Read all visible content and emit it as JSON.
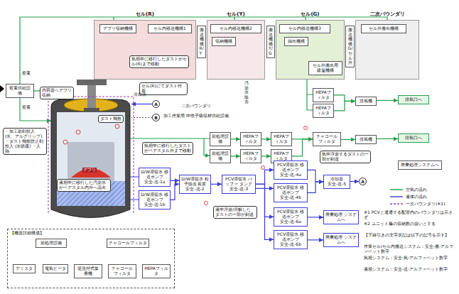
{
  "diagram": {
    "nodes": [
      {
        "text": [
          "セル(R)"
        ]
      },
      {
        "text": [
          "セル(Y)"
        ]
      },
      {
        "text": [
          "セル(G)"
        ]
      },
      {
        "text": [
          "二次バウンダリ"
        ]
      },
      {
        "text": [
          "デブリ収納機構"
        ],
        "in": 0
      },
      {
        "text": [
          "セル内移送機構1"
        ],
        "in": 0
      },
      {
        "text": [
          "セル内移送機構2"
        ],
        "in": 1
      },
      {
        "text": [
          "収納機構"
        ],
        "in": 1
      },
      {
        "text": [
          "セル内移送機構3"
        ],
        "in": 2
      },
      {
        "text": [
          "抽出機構"
        ],
        "in": 2
      },
      {
        "text": [
          "セル外搬出用 建屋機構"
        ],
        "in": 2
      },
      {
        "text": [
          "セル外搬出機構"
        ],
        "in": 3
      },
      {
        "text": [
          "搬送機構R/Y"
        ]
      },
      {
        "text": [
          "搬送機構Y/G"
        ]
      },
      {
        "text": [
          "搬送機構G/セル外"
        ]
      },
      {
        "text": [
          "気相中に移行したダストがセル(R)まで移動"
        ]
      },
      {
        "text": [
          "セル(R)にてダスト付着"
        ]
      },
      {
        "text": [
          "窒素供給設備"
        ]
      },
      {
        "text": [
          "内容器へデブリ収納"
        ]
      },
      {
        "text": [
          "A"
        ]
      },
      {
        "text": [
          "B"
        ]
      },
      {
        "text": [
          "ダスト飛散"
        ]
      },
      {
        "text": [
          "・加工助剤投入 (水、アルグリップ) ・ダスト飛散防止剤投入 (水噴霧) ・入熱"
        ]
      },
      {
        "text": [
          "気相中に移行したダストがペデスタル外まで移動"
        ]
      },
      {
        "text": [
          "液相中に移行した汚染水がペデスタル内外へ流出"
        ]
      },
      {
        "text": [
          "前処理設備"
        ]
      },
      {
        "text": [
          "HEPAフィルタ"
        ]
      },
      {
        "text": [
          "HEPAフィルタ"
        ]
      },
      {
        "text": [
          "チャコールフィルタ"
        ]
      },
      {
        "text": [
          "排風機"
        ]
      },
      {
        "text": [
          "排気口へ"
        ]
      },
      {
        "text": [
          "前処理設備"
        ]
      },
      {
        "text": [
          "HEPAフィルタ"
        ]
      },
      {
        "text": [
          "HEPAフィルタ"
        ]
      },
      {
        "text": [
          "HEPAフィルタ"
        ]
      },
      {
        "text": [
          "HEPAフィルタ"
        ]
      },
      {
        "text": [
          "排風機"
        ]
      },
      {
        "text": [
          "排気口へ"
        ]
      },
      {
        "text": [
          "廃棄処理システムへ"
        ]
      },
      {
        "text": [
          "D/W滞留水 移送ポンプ",
          "安全-送-1a"
        ]
      },
      {
        "text": [
          "D/W滞留水 移送ポンプ",
          "安全-送-1b"
        ]
      },
      {
        "text": [
          "D/W滞留水 粒子除去 装置",
          "安全-送-2"
        ]
      },
      {
        "text": [
          "PCV滞留水 バッファ タンク",
          "安全-送-3"
        ]
      },
      {
        "text": [
          "PCV滞留水 移送ポンプ",
          "安全-送-4a"
        ]
      },
      {
        "text": [
          "PCV滞留水 移送ポンプ",
          "安全-送-4b"
        ]
      },
      {
        "text": [
          "冷却器",
          "安全-送-5"
        ]
      },
      {
        "text": [
          "A"
        ]
      },
      {
        "text": [
          "PCV滞留水 移送ポンプ",
          "安全-送-6a"
        ]
      },
      {
        "text": [
          "PCV滞留水 移送ポンプ",
          "安全-送-6b"
        ]
      },
      {
        "text": [
          "廃棄処理 システムへ"
        ]
      },
      {
        "text": [
          "廃棄処理 システムへ"
        ]
      },
      {
        "text": [
          "液中浮遊/溶解したダストの一部が到達"
        ]
      },
      {
        "text": [
          "気中浮遊するダストの一部が到達"
        ]
      },
      {
        "text": [
          "【機器詳細構成】"
        ]
      },
      {
        "text": [
          "前処理設備"
        ],
        "in": 53
      },
      {
        "text": [
          "チャコールフィルタ"
        ],
        "in": 53
      },
      {
        "text": [
          "デミスタ"
        ],
        "in": 53
      },
      {
        "text": [
          "電気ヒータ"
        ],
        "in": 53
      },
      {
        "text": [
          "逆洗付式集塵機"
        ],
        "in": 53
      },
      {
        "text": [
          "チャコールフィルタ"
        ],
        "in": 53
      },
      {
        "text": [
          "HEPAフィルタ"
        ],
        "in": 53
      }
    ],
    "edges": [
      {
        "from": 25,
        "to": 26,
        "arrow": "to"
      },
      {
        "from": 26,
        "to": 27,
        "arrow": "to"
      },
      {
        "from": 27,
        "to": 28,
        "arrow": "to"
      },
      {
        "from": 28,
        "to": 29,
        "arrow": "to"
      },
      {
        "from": 29,
        "to": 30,
        "arrow": "to"
      },
      {
        "from": 31,
        "to": 32,
        "arrow": "to"
      },
      {
        "from": 32,
        "to": 33,
        "arrow": "to"
      },
      {
        "from": 33,
        "to": 28,
        "arrow": "to"
      },
      {
        "from": 34,
        "to": 36,
        "arrow": "to"
      },
      {
        "from": 35,
        "to": 36,
        "arrow": "to"
      },
      {
        "from": 36,
        "to": 37,
        "arrow": "to"
      },
      {
        "from": 39,
        "to": 41,
        "arrow": "to"
      },
      {
        "from": 40,
        "to": 41,
        "arrow": "to"
      },
      {
        "from": 41,
        "to": 42,
        "arrow": "to"
      },
      {
        "from": 42,
        "to": 43,
        "arrow": "to"
      },
      {
        "from": 42,
        "to": 44,
        "arrow": "to"
      },
      {
        "from": 42,
        "to": 47,
        "arrow": "to"
      },
      {
        "from": 42,
        "to": 48,
        "arrow": "to"
      },
      {
        "from": 43,
        "to": 45,
        "arrow": "to"
      },
      {
        "from": 44,
        "to": 45,
        "arrow": "to"
      },
      {
        "from": 45,
        "to": 46,
        "arrow": "to"
      },
      {
        "from": 47,
        "to": 49,
        "arrow": "to"
      },
      {
        "from": 48,
        "to": 50,
        "arrow": "to"
      },
      {
        "from": 56,
        "to": 57,
        "arrow": "to"
      },
      {
        "from": 57,
        "to": 58,
        "arrow": "to"
      },
      {
        "from": 58,
        "to": 59,
        "arrow": "to"
      },
      {
        "from": 59,
        "to": 60,
        "arrow": "to"
      }
    ],
    "labels": [
      "窒素",
      "窒素",
      "デブリ",
      "冷却水",
      "加工作業用 中性子吸収材供給設備",
      "二次バウンダリ",
      "汚染水除去",
      "※1 PCVと連通する配管内のバウンダリは示さず",
      "※2 ユニット毎の収納数の扱いとする",
      "【下線引きの文字表記は以下の記号を示す】",
      "作業セル/セル内搬送システム：安全-搬-アルファベット数字",
      "気相システム：安全-気-アルファベット数字",
      "液相システム：安全-送-アルファベット数字"
    ],
    "legend": [
      {
        "text": "空気の流れ"
      },
      {
        "text": "液体の流れ"
      },
      {
        "text": "一次バウンダリ(※1)"
      }
    ]
  }
}
